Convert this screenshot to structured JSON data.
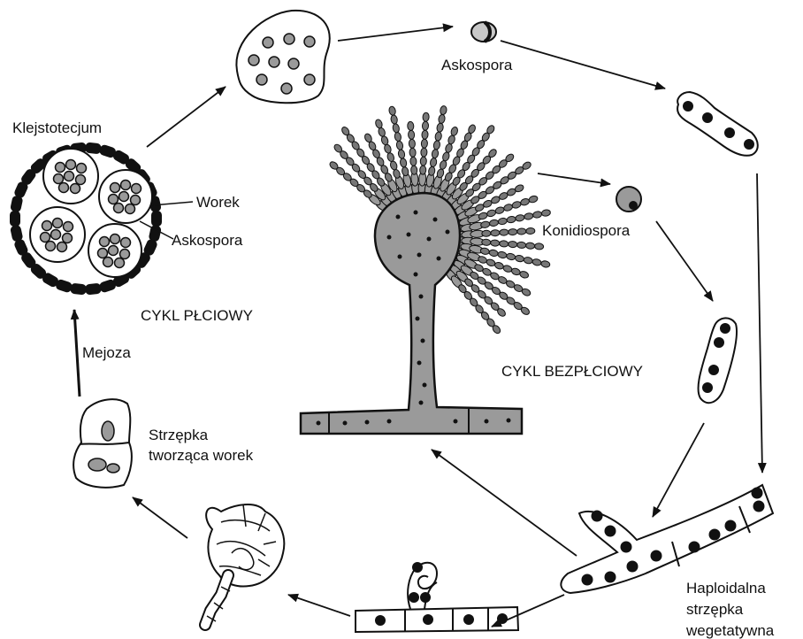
{
  "labels": {
    "klejstotecjum": "Klejstotecjum",
    "worek": "Worek",
    "askospora_left": "Askospora",
    "askospora_top": "Askospora",
    "cykl_plciowy": "CYKL PŁCIOWY",
    "cykl_bezplciowy": "CYKL BEZPŁCIOWY",
    "konidiospora": "Konidiospora",
    "mejoza": "Mejoza",
    "strzepka_line1": "Strzępka",
    "strzepka_line2": "tworząca worek",
    "haploidalna_line1": "Haploidalna",
    "haploidalna_line2": "strzępka",
    "haploidalna_line3": "wegetatywna"
  },
  "colors": {
    "ink": "#111111",
    "grey_fill": "#9a9a9a",
    "light_grey": "#c8c8c8",
    "background": "#ffffff"
  }
}
